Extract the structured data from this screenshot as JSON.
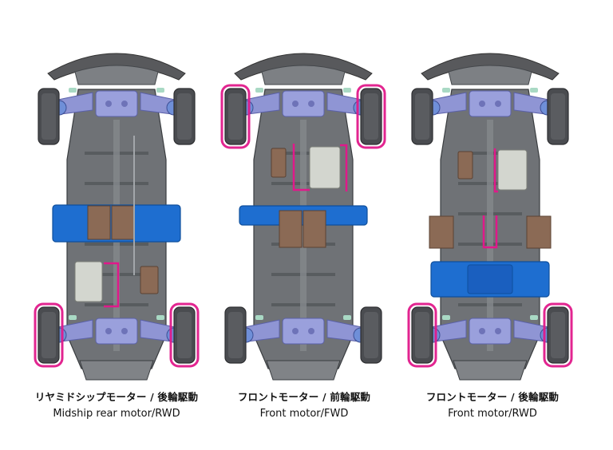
{
  "panels": [
    {
      "id": "midship",
      "jp_label": "リヤミドシップモーター / 後輪駆動",
      "en_label": "Midship rear motor/RWD",
      "driven_wheels": "rear"
    },
    {
      "id": "front-fwd",
      "jp_label": "フロントモーター / 前輪駆動",
      "en_label": "Front motor/FWD",
      "driven_wheels": "front"
    },
    {
      "id": "front-rwd",
      "jp_label": "フロントモーター / 後輪駆動",
      "en_label": "Front motor/RWD",
      "driven_wheels": "rear"
    }
  ],
  "colors": {
    "tire": "#4a4c50",
    "chassis": "#6f7276",
    "chassis_dark": "#4f5256",
    "bumper": "#58595c",
    "suspension": "#8f95d4",
    "blue": "#1e6ed0",
    "battery": "#8b6a55",
    "motor": "#d3d6cf",
    "highlight": "#e0198a"
  }
}
